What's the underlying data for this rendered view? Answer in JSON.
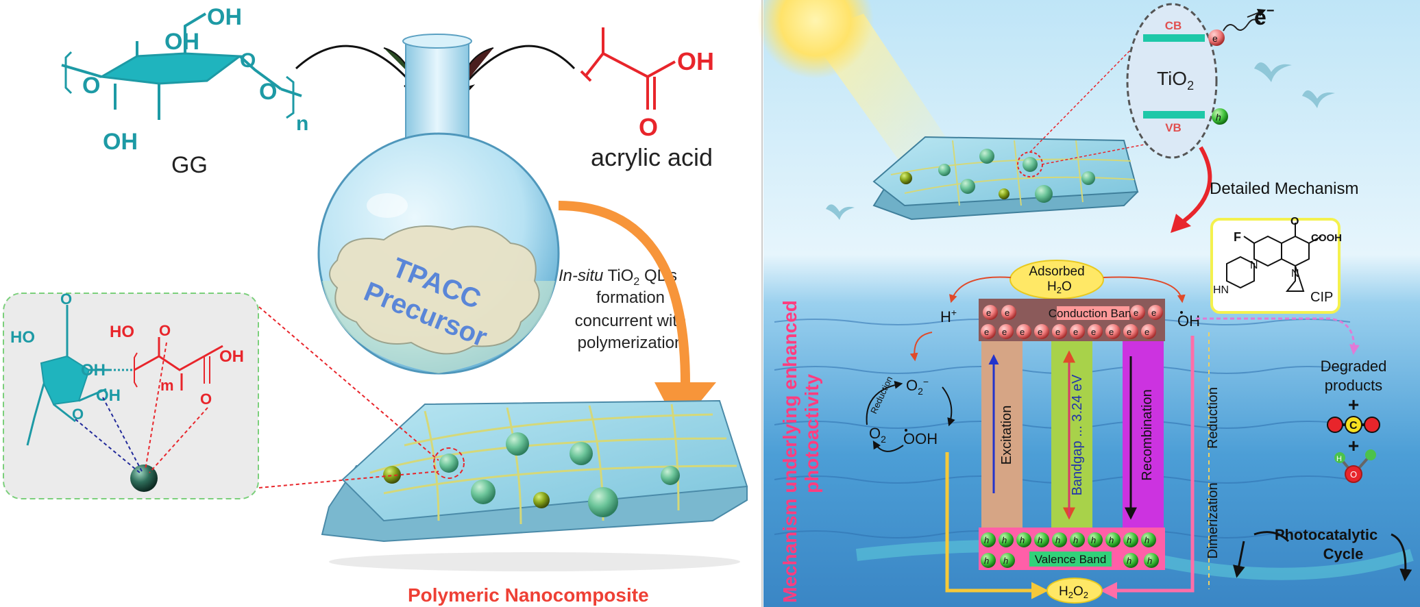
{
  "left_panel": {
    "gg_label": "GG",
    "gg_oh_top": "OH",
    "gg_oh_mid": "OH",
    "gg_oh_bottom": "OH",
    "gg_o_ring": "O",
    "gg_o_left": "O",
    "gg_o_right": "O",
    "gg_n": "n",
    "acrylic_label": "acrylic acid",
    "acrylic_oh": "OH",
    "acrylic_o": "O",
    "flask_text_line1": "TPACC",
    "flask_text_line2": "Precursor",
    "insitu_prefix": "In-situ",
    "insitu_line1_rest": " TiO",
    "insitu_sub": "2",
    "insitu_line1_end": " QDs",
    "insitu_line2": "formation",
    "insitu_line3": "concurrent with",
    "insitu_line4": "polymerization",
    "composite_label": "Polymeric Nanocomposite",
    "inset_ho1": "HO",
    "inset_oh1": "OH",
    "inset_oh2": "OH",
    "inset_ho_red": "HO",
    "inset_oh_red": "OH",
    "inset_m": "m",
    "inset_o_top": "O",
    "inset_o_red1": "O",
    "inset_o_red2": "O",
    "inset_o_bottom": "O"
  },
  "right_panel": {
    "tio2_label": "TiO",
    "tio2_sub": "2",
    "cb_label": "CB",
    "vb_label": "VB",
    "electron_label": "e",
    "electron_sup": "−",
    "small_e": "e",
    "small_h": "h",
    "detailed_mechanism": "Detailed Mechanism",
    "cip_label": "CIP",
    "cip_f": "F",
    "cip_o": "O",
    "cip_cooh": "COOH",
    "cip_n1": "N",
    "cip_n2": "N",
    "cip_hn": "HN",
    "adsorbed_line1": "Adsorbed",
    "adsorbed_line2": "H",
    "adsorbed_line2_sub": "2",
    "adsorbed_line2_end": "O",
    "h_plus": "H",
    "h_plus_sup": "+",
    "oh_radical": "OH",
    "conduction_band": "Conduction Band",
    "valence_band": "Valence Band",
    "excitation": "Excitation",
    "bandgap": "Bandgap ... 3.24 eV",
    "recombination": "Recombination",
    "o2_minus": "O",
    "o2_minus_sub": "2",
    "o2_minus_sup": "−",
    "o2": "O",
    "o2_sub": "2",
    "ooh": "OOH",
    "reduction_small": "Reduction",
    "reduction": "Reduction",
    "dimerization": "Dimerization",
    "h2o2": "H",
    "h2o2_sub1": "2",
    "h2o2_mid": "O",
    "h2o2_sub2": "2",
    "degraded_line1": "Degraded",
    "degraded_line2": "products",
    "plus1": "+",
    "plus2": "+",
    "co2_c": "C",
    "h2o_h": "H",
    "h2o_o": "O",
    "photo_line1": "Photocatalytic",
    "photo_line2": "Cycle",
    "vertical_title_line1": "Mechanism underlying enhanced",
    "vertical_title_line2": "photoactivity"
  },
  "colors": {
    "teal": "#1d9aa5",
    "red": "#e8252b",
    "orange_arrow": "#f7953a",
    "pink_title": "#ff3d7f",
    "composite_red": "#ee4035",
    "cb_brown": "#8b5a5a",
    "vb_pink": "#ff5fa8",
    "excitation_col": "#d6a585",
    "bandgap_col": "#a8d24a",
    "recomb_col": "#cc33e0",
    "cip_box": "#f4f14d"
  }
}
